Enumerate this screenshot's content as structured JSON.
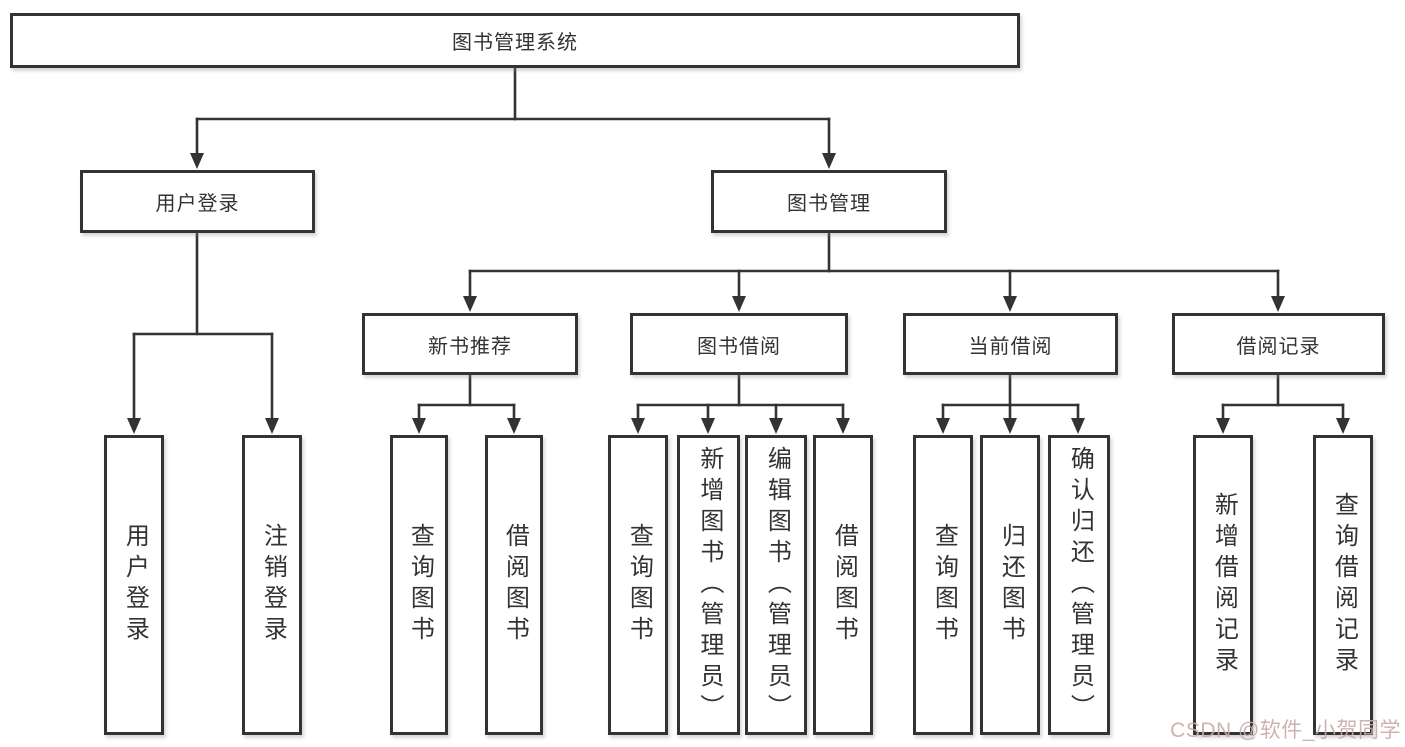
{
  "colors": {
    "line": "#333333",
    "text": "#333333",
    "background": "#ffffff",
    "watermark": "#c9aaaa"
  },
  "root": {
    "label": "图书管理系统"
  },
  "user_login": {
    "label": "用户登录",
    "leaves": [
      "用户登录",
      "注销登录"
    ]
  },
  "book_mgmt": {
    "label": "图书管理",
    "sections": [
      {
        "label": "新书推荐",
        "leaves": [
          "查询图书",
          "借阅图书"
        ]
      },
      {
        "label": "图书借阅",
        "leaves": [
          "查询图书",
          "新增图书（管理员）",
          "编辑图书（管理员）",
          "借阅图书"
        ]
      },
      {
        "label": "当前借阅",
        "leaves": [
          "查询图书",
          "归还图书",
          "确认归还（管理员）"
        ]
      },
      {
        "label": "借阅记录",
        "leaves": [
          "新增借阅记录",
          "查询借阅记录"
        ]
      }
    ]
  },
  "watermark": {
    "text": "CSDN @软件_小贺同学"
  }
}
